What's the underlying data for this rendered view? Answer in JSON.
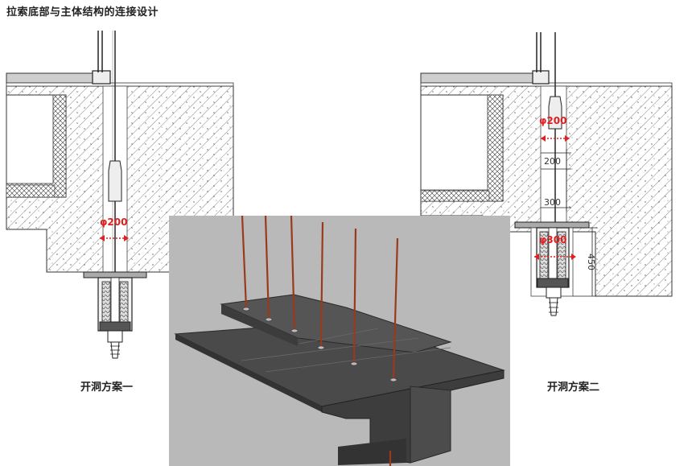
{
  "title": "拉索底部与主体结构的连接设计",
  "option_1": {
    "caption": "开洞方案一",
    "hole_dim": "φ200"
  },
  "option_2": {
    "caption": "开洞方案二",
    "hole_dim_top": "φ200",
    "hole_dim_bottom": "φ300",
    "dim_200": "200",
    "dim_300": "300",
    "dim_450": "450"
  },
  "colors": {
    "annotation_red": "#e02020",
    "render_bg": "#b9b9b9",
    "concrete_hatch": "#555555",
    "rod": "#9a3a1c"
  }
}
